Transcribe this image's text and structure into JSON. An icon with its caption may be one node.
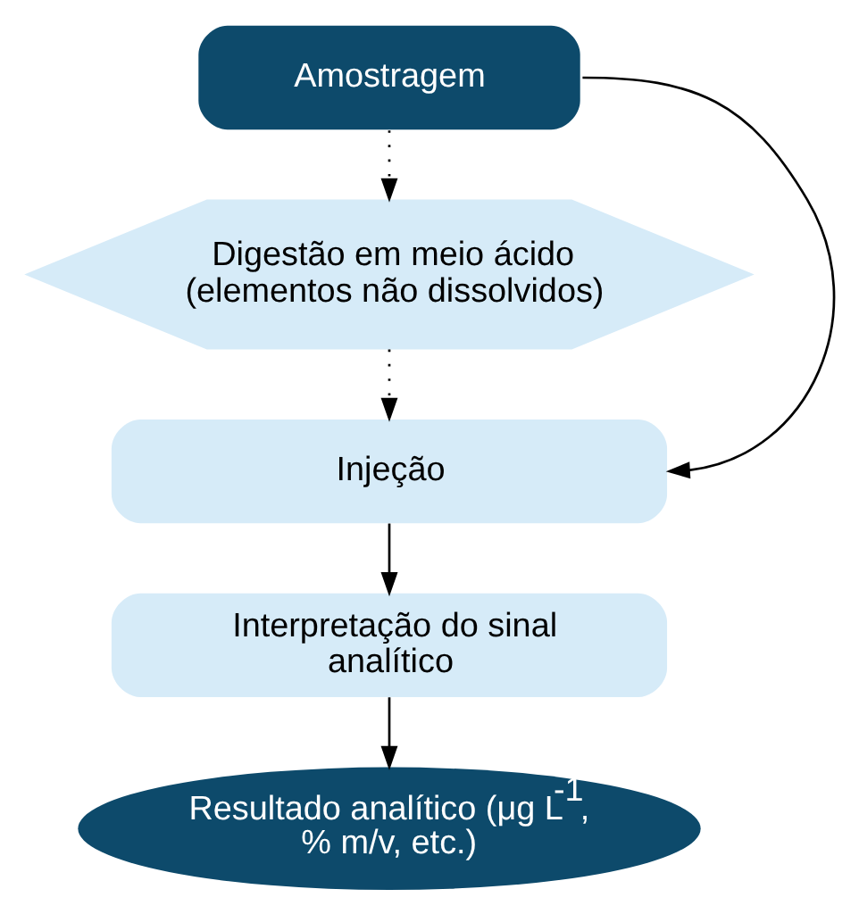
{
  "diagram": {
    "nodes": [
      {
        "text": [
          "Amostragem"
        ]
      },
      {
        "text": [
          "Digestão em meio ácido (elementos não dissolvidos)"
        ]
      },
      {
        "text": [
          "Injeção"
        ]
      },
      {
        "text": [
          "Interpretação do sinal analítico"
        ]
      },
      {
        "text": [
          "Resultado analítico (μg L$^{-1}$, % m/v, etc.)"
        ]
      }
    ],
    "edges": [
      {
        "from": 0,
        "to": 1,
        "arrow": "to",
        "style": "dashed"
      },
      {
        "from": 1,
        "to": 2,
        "arrow": "to",
        "style": "dashed"
      },
      {
        "from": 2,
        "to": 3,
        "arrow": "to"
      },
      {
        "from": 3,
        "to": 4,
        "arrow": "to"
      },
      {
        "from": 0,
        "to": 2,
        "arrow": "to"
      }
    ]
  }
}
